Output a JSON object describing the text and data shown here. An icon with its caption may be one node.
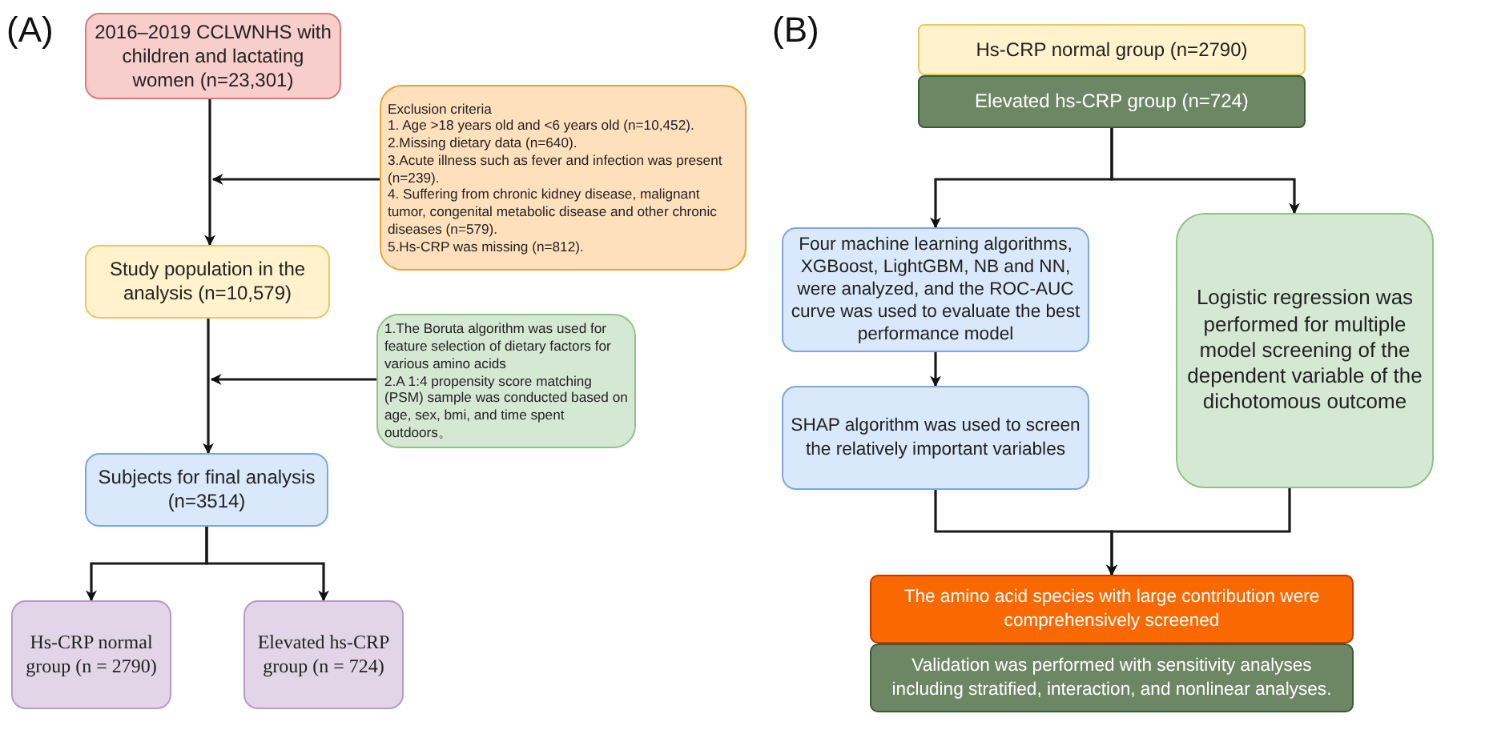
{
  "diagram": {
    "nodes": [
      {
        "text": [
          "2016–2019 CCLWNHS with children and lactating women (n=23,301)"
        ]
      },
      {
        "text": [
          "Exclusion criteria",
          "1. Age >18 years old and <6 years old (n=10,452).",
          "2.Missing dietary data (n=640).",
          "3.Acute illness such as fever and infection was present (n=239).",
          "4. Suffering from chronic kidney disease, malignant tumor, congenital metabolic disease and other chronic diseases (n=579).",
          "5.Hs-CRP was missing (n=812)."
        ]
      },
      {
        "text": [
          "Study population in the analysis (n=10,579)"
        ]
      },
      {
        "text": [
          "1.The Boruta algorithm was used for feature selection of dietary factors for various amino acids",
          "2.A 1:4 propensity score matching (PSM) sample was conducted based on age, sex, bmi, and time spent outdoors。"
        ]
      },
      {
        "text": [
          "Subjects for final analysis (n=3514)"
        ]
      },
      {
        "text": [
          "Hs-CRP normal group (n = 2790)"
        ]
      },
      {
        "text": [
          "Elevated hs-CRP group (n = 724)"
        ]
      },
      {
        "text": [
          "Hs-CRP normal group (n=2790)"
        ]
      },
      {
        "text": [
          "Elevated hs-CRP group (n=724)"
        ]
      },
      {
        "text": [
          "Four machine learning algorithms, XGBoost, LightGBM, NB and NN, were analyzed, and the ROC-AUC curve was used to evaluate the best performance model"
        ]
      },
      {
        "text": [
          "Logistic regression was performed for multiple model screening of the dependent variable of the dichotomous outcome"
        ]
      },
      {
        "text": [
          "SHAP algorithm was used to screen the relatively important variables"
        ]
      },
      {
        "text": [
          "The amino acid species with large contribution were comprehensively screened"
        ]
      },
      {
        "text": [
          "Validation was performed with sensitivity analyses including stratified, interaction, and nonlinear analyses."
        ]
      }
    ],
    "edges": [
      {
        "from": 0,
        "to": 2,
        "arrow": "to"
      },
      {
        "from": 1,
        "to": null,
        "arrow": "to"
      },
      {
        "from": 2,
        "to": 4,
        "arrow": "to"
      },
      {
        "from": 3,
        "to": null,
        "arrow": "to"
      },
      {
        "from": 4,
        "to": 5,
        "arrow": "to"
      },
      {
        "from": 4,
        "to": 6,
        "arrow": "to"
      },
      {
        "from": 8,
        "to": 9,
        "arrow": "to"
      },
      {
        "from": 8,
        "to": 10,
        "arrow": "to"
      },
      {
        "from": 9,
        "to": 11,
        "arrow": "to"
      },
      {
        "from": 11,
        "to": 12,
        "arrow": "to"
      },
      {
        "from": 10,
        "to": 12,
        "arrow": "to"
      }
    ],
    "labels": [
      "(A)",
      "(B)"
    ]
  }
}
